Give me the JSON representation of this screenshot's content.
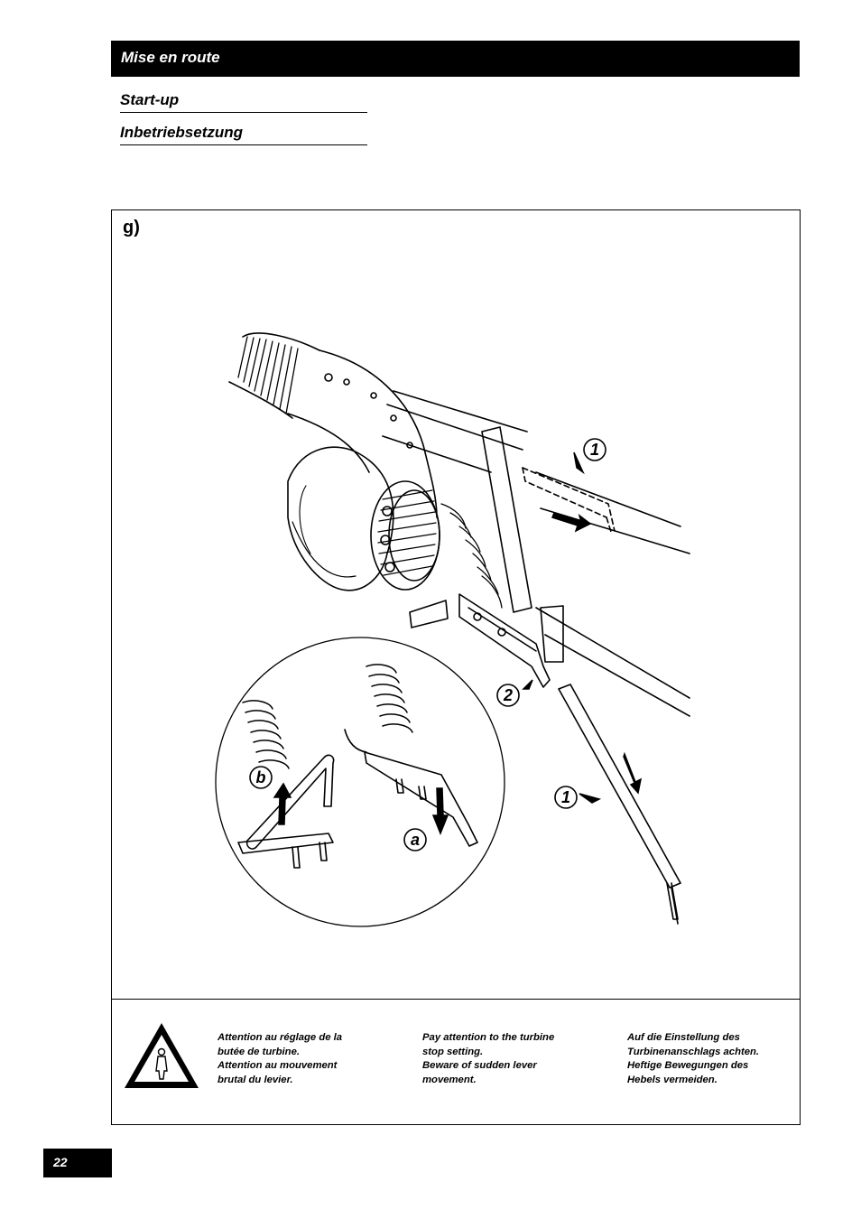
{
  "header": {
    "title": "Mise en route"
  },
  "subtitles": {
    "en": "Start-up",
    "de": "Inbetriebsetzung"
  },
  "figure": {
    "label": "g)",
    "callouts": {
      "one": "1",
      "two": "2",
      "a": "a",
      "b": "b"
    }
  },
  "warning": {
    "icon": "warning-triangle-icon",
    "fr": [
      "Attention au réglage de la",
      "butée de turbine.",
      "Attention au mouvement",
      "brutal du levier."
    ],
    "en": [
      "Pay attention to the turbine",
      "stop setting.",
      "Beware of sudden lever",
      "movement."
    ],
    "de": [
      "Auf die Einstellung des",
      "Turbinenanschlags achten.",
      "Heftige Bewegungen des",
      "Hebels vermeiden."
    ]
  },
  "page": {
    "number": "22"
  }
}
